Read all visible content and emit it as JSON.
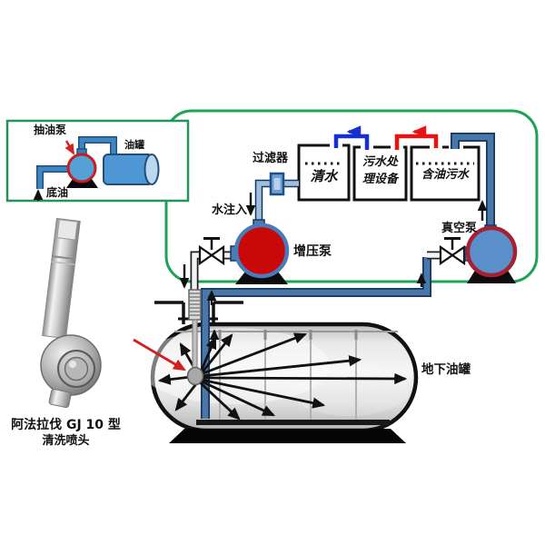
{
  "inset": {
    "pump_label": "抽油泵",
    "tank_label": "油罐",
    "bottom_oil_label": "底油"
  },
  "nozzle_photo": {
    "caption_line1": "阿法拉伐 GJ 10 型",
    "caption_line2": "清洗喷头"
  },
  "system": {
    "filter_label": "过滤器",
    "water_injection_label": "水注入",
    "booster_pump_label": "增压泵",
    "vacuum_pump_label": "真空泵",
    "clean_water_tank_label": "清水",
    "treatment_unit_label_line1": "污水处",
    "treatment_unit_label_line2": "理设备",
    "oily_water_tank_label": "含油污水"
  },
  "underground_tank": {
    "label": "地下油罐"
  },
  "colors": {
    "system_border_green": "#1da356",
    "inset_border_green": "#27935c",
    "pipe_blue": "#4878aa",
    "pipe_outline": "#16365c",
    "booster_pump_red": "#c90808",
    "vacuum_pump_blue": "#5b8fc9",
    "pump_ring_blue": "#4a7ab8",
    "pump_ring_red": "#a52030",
    "flow_arrow_blue": "#1830cf",
    "flow_arrow_red": "#e81212",
    "label_black": "#111111"
  }
}
